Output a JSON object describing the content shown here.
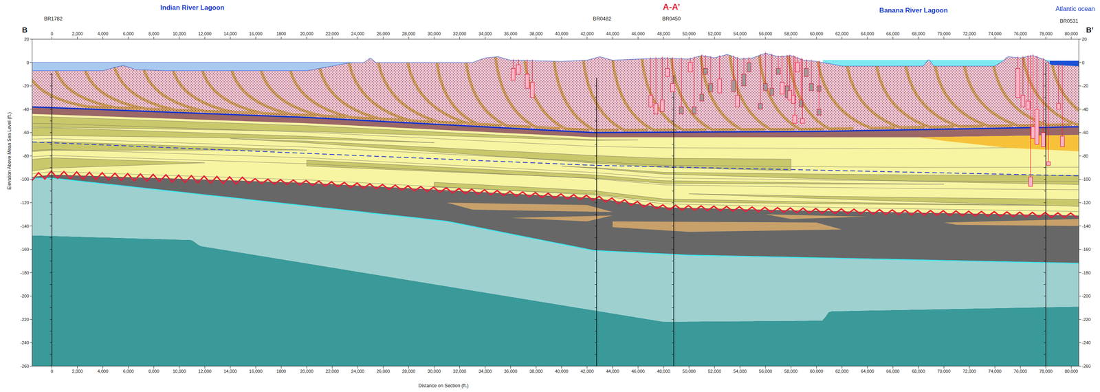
{
  "diagram": {
    "title": "A-A’",
    "labels": [
      "Indian River Lagoon",
      "BR1782",
      "BR0482",
      "BR0450",
      "Banana River Lagoon",
      "Atlantic ocean",
      "BR0531",
      "B",
      "B’",
      "Elevation Above Mean Sea Level (ft.)",
      "Distance on Section (ft.)",
      "0",
      "2,000",
      "4,000",
      "6,000",
      "8,000",
      "10,000",
      "12,000",
      "14,000",
      "16,000",
      "1800",
      "20,000",
      "22,000",
      "24,000",
      "26,000",
      "28,000",
      "30,000",
      "32,000",
      "34,000",
      "36,000",
      "38,000",
      "40,000",
      "42,000",
      "44,000",
      "46,000",
      "48,000",
      "50,000",
      "52,000",
      "54,000",
      "56,000",
      "58,000",
      "60,000",
      "62,000",
      "64,000",
      "66,000",
      "68,000",
      "70,000",
      "72,000",
      "74,000",
      "76,000",
      "78,000",
      "80,000",
      "0",
      "2,000",
      "4,000",
      "6,000",
      "8,000",
      "10,000",
      "12,000",
      "14,000",
      "16,000",
      "1800",
      "20,000",
      "22,000",
      "24,000",
      "26,000",
      "28,000",
      "30,000",
      "32,000",
      "34,000",
      "36,000",
      "38,000",
      "40,000",
      "42,000",
      "44,000",
      "46,000",
      "48,000",
      "50,000",
      "52,000",
      "54,000",
      "56,000",
      "58,000",
      "60,000",
      "62,000",
      "64,000",
      "66,000",
      "68,000",
      "70,000",
      "72,000",
      "74,000",
      "76,000",
      "78,000",
      "80,000",
      "20",
      "0",
      "-20",
      "-40",
      "-60",
      "-80",
      "-100",
      "-120",
      "-140",
      "-160",
      "-180",
      "-200",
      "-220",
      "-240",
      "-260",
      "20",
      "0",
      "-20",
      "-40",
      "-60",
      "-80",
      "-100",
      "-120",
      "-140",
      "-160",
      "-180",
      "-200",
      "-220",
      "-240",
      "-260"
    ]
  }
}
